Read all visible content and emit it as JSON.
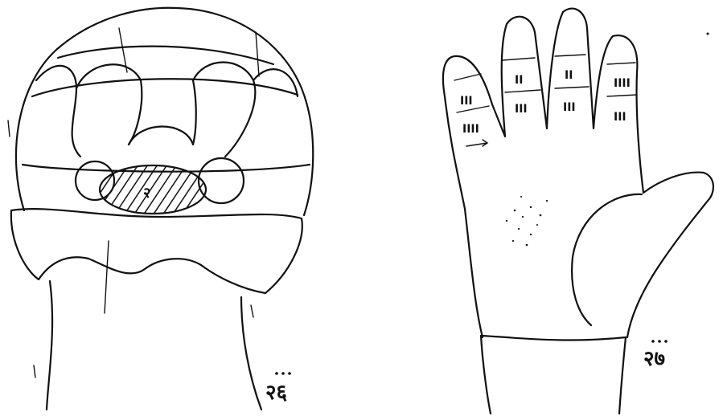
{
  "figures": [
    {
      "id": "left",
      "label": "२६",
      "center_mark": "२"
    },
    {
      "id": "right",
      "label": "२७",
      "finger_marks": [
        {
          "upper": "III",
          "lower": "IIII"
        },
        {
          "upper": "II",
          "lower": "III"
        },
        {
          "upper": "II",
          "lower": "III"
        },
        {
          "upper": "IIII",
          "lower": "III"
        }
      ]
    }
  ]
}
